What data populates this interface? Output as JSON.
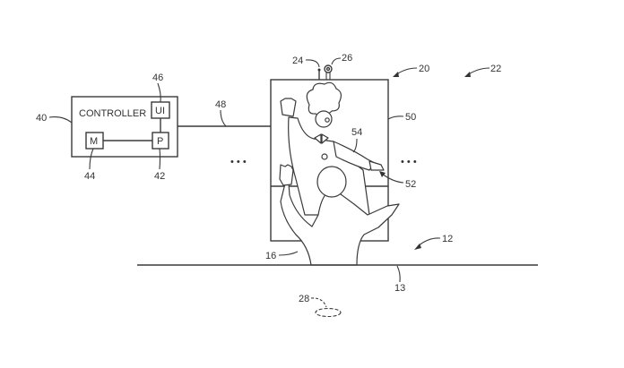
{
  "figure": {
    "controller": {
      "title": "CONTROLLER",
      "ref": "40",
      "modules": [
        {
          "key": "ui",
          "label": "UI",
          "ref": "46"
        },
        {
          "key": "processor",
          "label": "P",
          "ref": "42"
        },
        {
          "key": "memory",
          "label": "M",
          "ref": "44"
        }
      ]
    },
    "connection_ref": "48",
    "ellipsis": "• • •",
    "display": {
      "system_ref": "20",
      "screen_ref": "50",
      "sensor_refs": [
        "24",
        "26"
      ],
      "character_ref": "54",
      "pointer_ref": "52"
    },
    "environment_ref": "22",
    "floor": {
      "area_ref": "12",
      "line_ref": "13"
    },
    "guest_ref": "16",
    "zone_ref": "28"
  }
}
